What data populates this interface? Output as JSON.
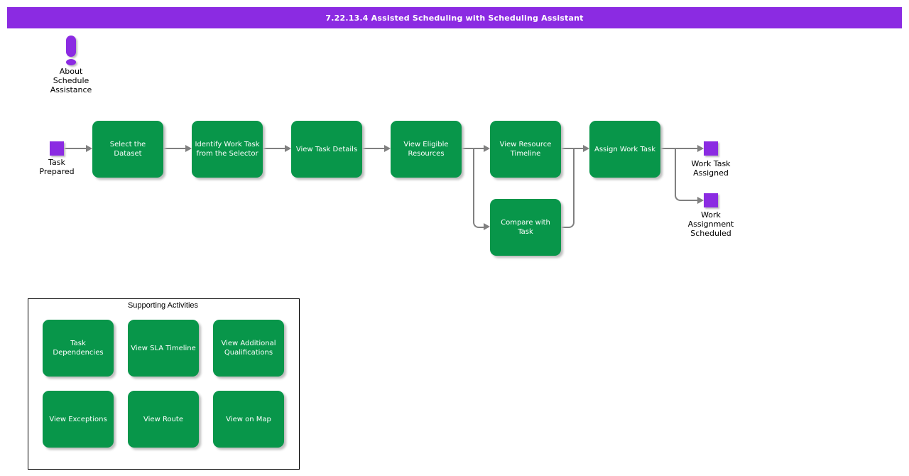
{
  "title_bar": {
    "title": "7.22.13.4 Assisted Scheduling with Scheduling Assistant"
  },
  "about": {
    "label": "About Schedule Assistance"
  },
  "colors": {
    "header_purple": "#8b2be2",
    "event_purple": "#8b2be2",
    "activity_green": "#08964a",
    "connector_gray": "#808080",
    "shadow_gray": "#bdbdbd"
  },
  "flow": {
    "start_event": "Task Prepared",
    "steps": [
      "Select the Dataset",
      "Identify Work Task from the Selector",
      "View Task Details",
      "View Eligible Resources",
      "View Resource Timeline",
      "Assign Work Task"
    ],
    "branch_step": "Compare with Task",
    "end_events": [
      "Work Task Assigned",
      "Work Assignment Scheduled"
    ]
  },
  "supporting": {
    "title": "Supporting Activities",
    "items": [
      "Task Dependencies",
      "View SLA Timeline",
      "View Additional Qualifications",
      "View Exceptions",
      "View Route",
      "View on Map"
    ]
  }
}
